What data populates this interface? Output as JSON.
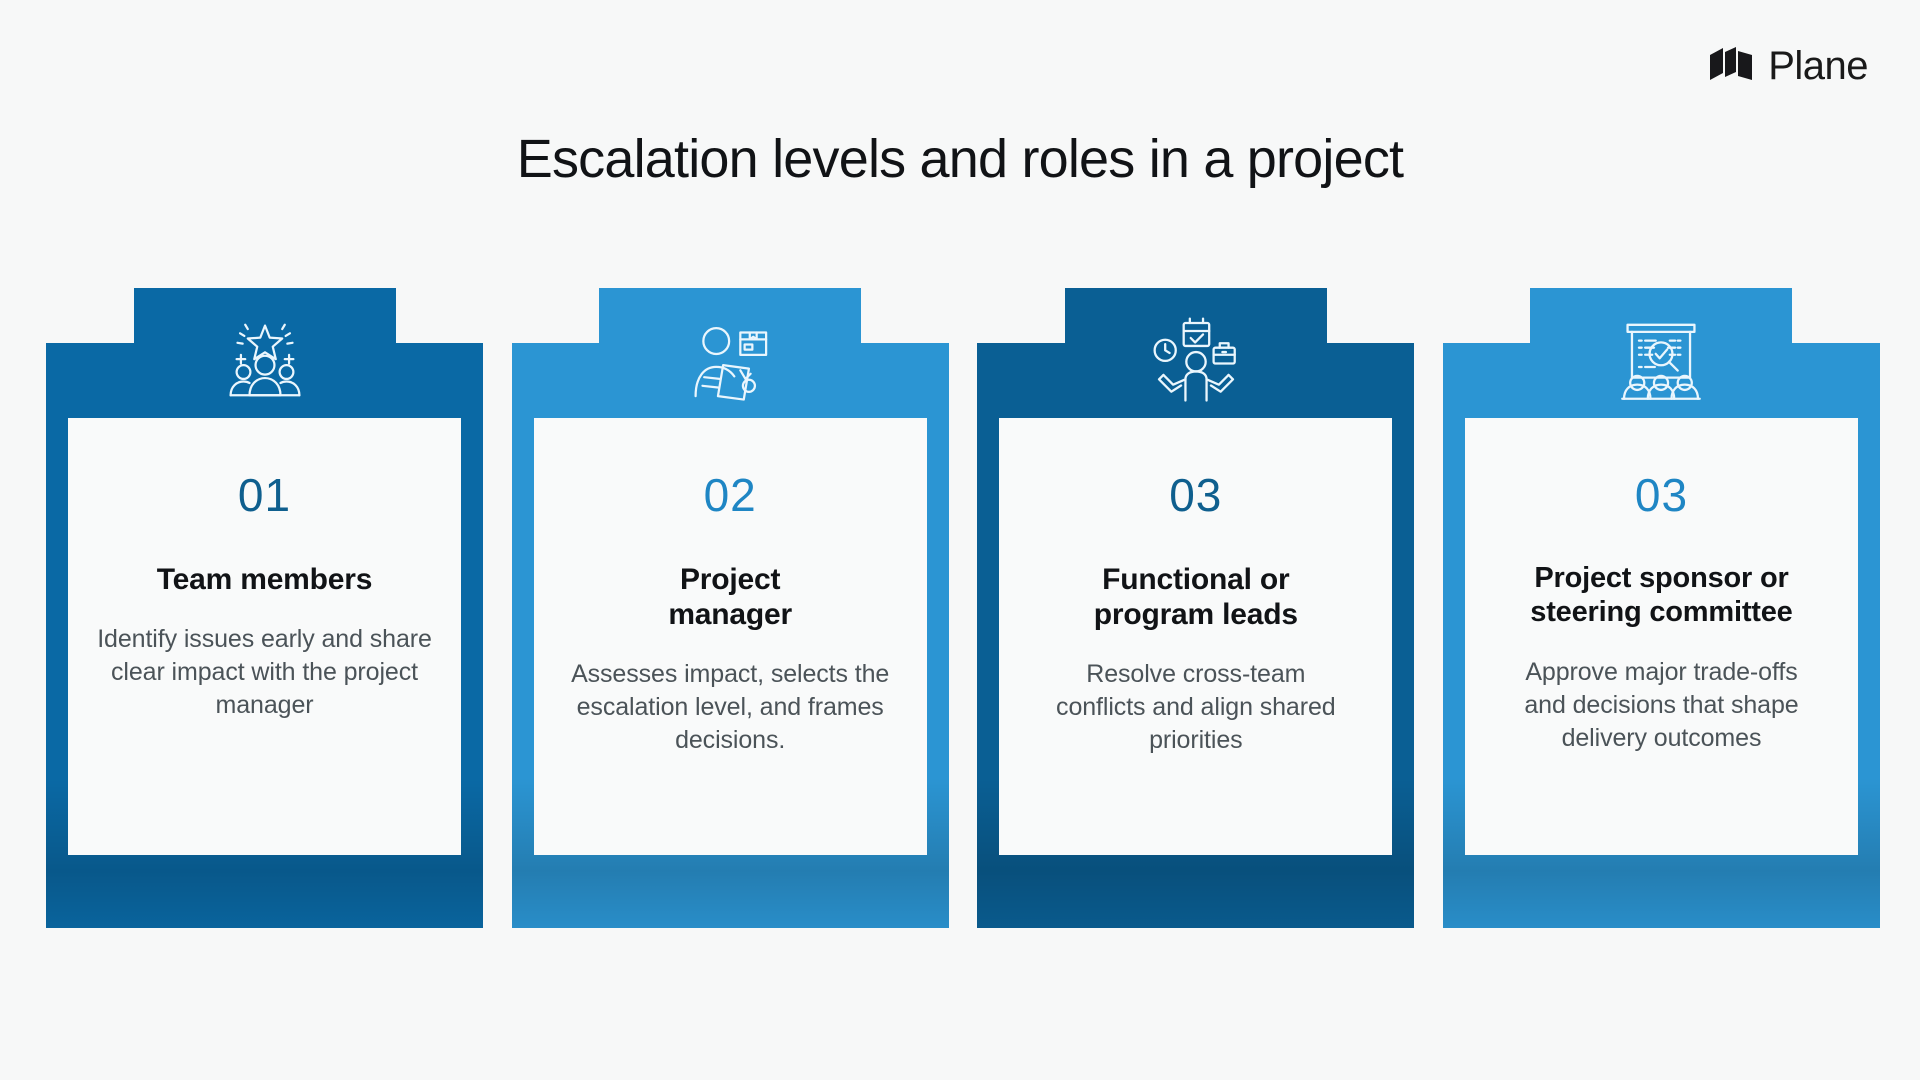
{
  "brand": {
    "name": "Plane",
    "mark_icon": "plane-logo-mark"
  },
  "title": "Escalation levels and roles in a project",
  "theme": {
    "background": "#f7f8f8",
    "card_white": "#f9fafa",
    "dark_blue": "#0a69a5",
    "light_blue": "#2b95d3",
    "number_dark": "#0f5f8e",
    "number_light": "#1f86c4",
    "heading": "#111316",
    "body_text": "#4b5358"
  },
  "cards": [
    {
      "number": "01",
      "heading": "Team members",
      "description": "Identify issues early and share clear impact with the project manager",
      "icon": "team-star-icon",
      "accent": "#0a69a5",
      "number_color": "#0f5f8e"
    },
    {
      "number": "02",
      "heading": "Project manager",
      "description": "Assesses impact, selects the escalation level, and frames decisions.",
      "icon": "person-clipboard-package-icon",
      "accent": "#2b95d3",
      "number_color": "#1f86c4"
    },
    {
      "number": "03",
      "heading": "Functional or program leads",
      "description": "Resolve cross-team conflicts and align shared priorities",
      "icon": "person-juggling-clock-calendar-briefcase-icon",
      "accent": "#0a5f94",
      "number_color": "#0f5f8e"
    },
    {
      "number": "03",
      "heading": "Project sponsor or steering committee",
      "description": "Approve major trade-offs and decisions that shape delivery outcomes",
      "icon": "presentation-review-audience-icon",
      "accent": "#2b95d3",
      "number_color": "#1f86c4"
    }
  ]
}
